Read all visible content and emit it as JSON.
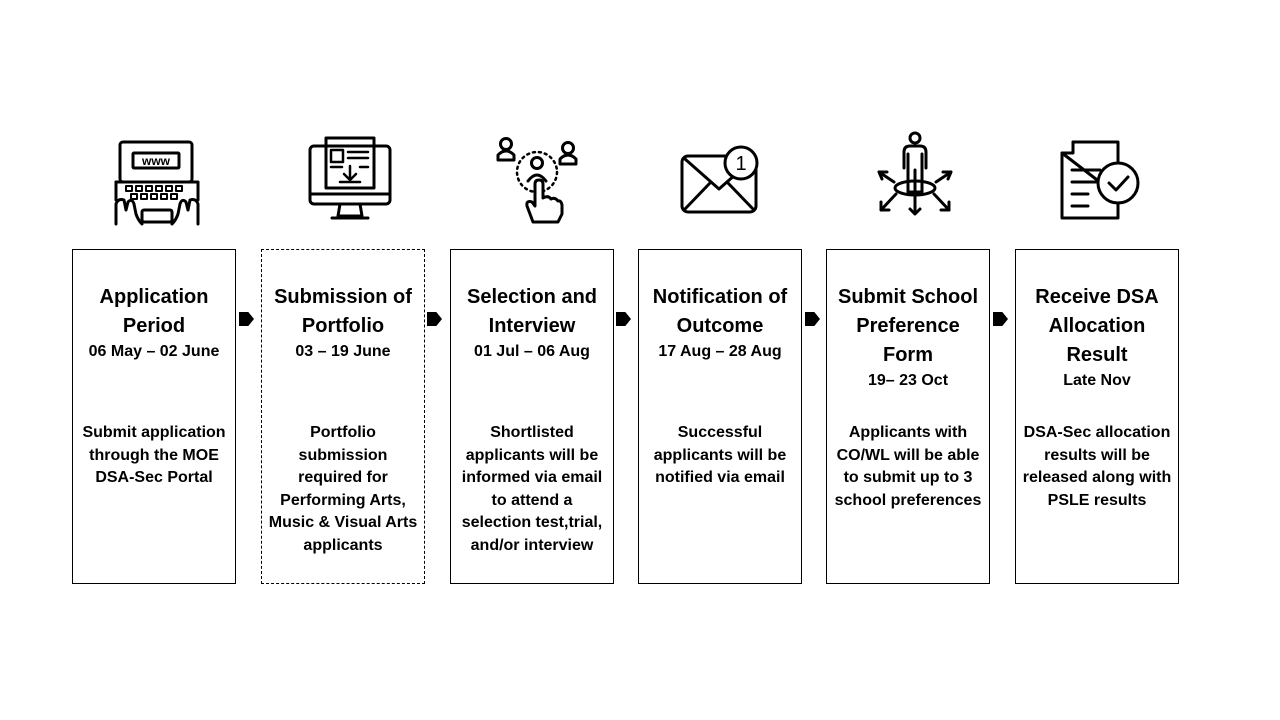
{
  "steps": [
    {
      "icon": "laptop-www-icon",
      "title": "Application Period",
      "date": "06 May – 02 June",
      "description": "Submit application through the MOE DSA-Sec Portal"
    },
    {
      "icon": "monitor-download-icon",
      "title": "Submission of Portfolio",
      "date": "03 – 19 June",
      "description": "Portfolio submission required for Performing Arts, Music & Visual Arts applicants"
    },
    {
      "icon": "select-person-icon",
      "title": "Selection and Interview",
      "date": "01 Jul – 06 Aug",
      "description": "Shortlisted applicants will be informed via email to attend a selection test,trial, and/or interview"
    },
    {
      "icon": "email-notification-icon",
      "title": "Notification of Outcome",
      "date": "17 Aug – 28 Aug",
      "description": "Successful applicants will be notified via email"
    },
    {
      "icon": "person-choices-icon",
      "title": "Submit School Preference Form",
      "date": "19– 23 Oct",
      "description": "Applicants with CO/WL will be able to submit up to 3 school preferences"
    },
    {
      "icon": "document-check-icon",
      "title": "Receive DSA Allocation Result",
      "date": "Late Nov",
      "description": "DSA-Sec allocation results will be released along with PSLE results"
    }
  ],
  "icons": {
    "www_label": "www",
    "notification_count": "1"
  }
}
